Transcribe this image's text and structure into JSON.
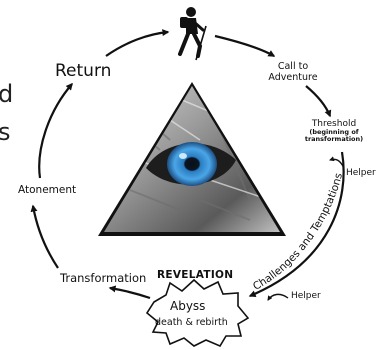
{
  "diagram": {
    "stages": {
      "return": "Return",
      "call_to_adventure": [
        "Call to",
        "Adventure"
      ],
      "threshold": "Threshold",
      "threshold_note": [
        "(beginning of",
        "transformation)"
      ],
      "challenges": "Challenges and Temptations",
      "revelation": "REVELATION",
      "abyss": "Abyss",
      "abyss_note": "death & rebirth",
      "transformation": "Transformation",
      "atonement": "Atonement",
      "helper_1": "Helper",
      "helper_2": "Helper"
    },
    "edge_fragments": [
      "d",
      "s"
    ],
    "icons": {
      "hero": "hiker-icon",
      "center": "eye-in-triangle"
    }
  }
}
